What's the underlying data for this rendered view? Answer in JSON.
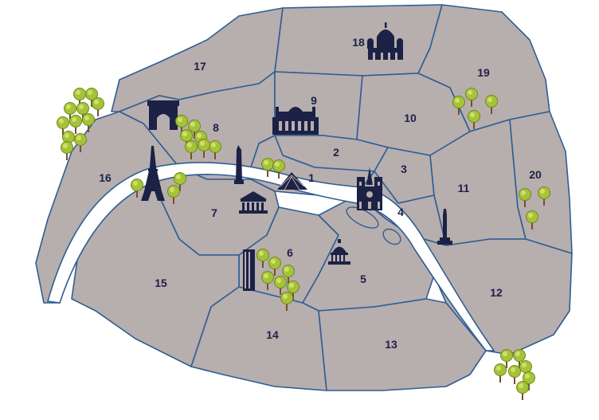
{
  "map": {
    "colors": {
      "background": "#ffffff",
      "district_fill": "#b7aeae",
      "border": "#2f5e93",
      "river": "#ffffff",
      "label": "#1c2246",
      "monument": "#1c2246",
      "tree_leaf": "#a6c23a",
      "tree_trunk": "#7a4e2b"
    },
    "arrondissements": [
      {
        "id": "1",
        "label": "1"
      },
      {
        "id": "2",
        "label": "2"
      },
      {
        "id": "3",
        "label": "3"
      },
      {
        "id": "4",
        "label": "4"
      },
      {
        "id": "5",
        "label": "5"
      },
      {
        "id": "6",
        "label": "6"
      },
      {
        "id": "7",
        "label": "7"
      },
      {
        "id": "8",
        "label": "8"
      },
      {
        "id": "9",
        "label": "9"
      },
      {
        "id": "10",
        "label": "10"
      },
      {
        "id": "11",
        "label": "11"
      },
      {
        "id": "12",
        "label": "12"
      },
      {
        "id": "13",
        "label": "13"
      },
      {
        "id": "14",
        "label": "14"
      },
      {
        "id": "15",
        "label": "15"
      },
      {
        "id": "16",
        "label": "16"
      },
      {
        "id": "17",
        "label": "17"
      },
      {
        "id": "18",
        "label": "18"
      },
      {
        "id": "19",
        "label": "19"
      },
      {
        "id": "20",
        "label": "20"
      }
    ],
    "monuments": [
      {
        "icon": "sacre-coeur-icon"
      },
      {
        "icon": "arc-de-triomphe-icon"
      },
      {
        "icon": "opera-garnier-icon"
      },
      {
        "icon": "obelisk-icon"
      },
      {
        "icon": "louvre-pyramid-icon"
      },
      {
        "icon": "eiffel-tower-icon"
      },
      {
        "icon": "assemblee-nationale-icon"
      },
      {
        "icon": "notre-dame-icon"
      },
      {
        "icon": "bastille-column-icon"
      },
      {
        "icon": "pantheon-icon"
      },
      {
        "icon": "montparnasse-tower-icon"
      }
    ],
    "tree_icon": "tree-icon"
  }
}
